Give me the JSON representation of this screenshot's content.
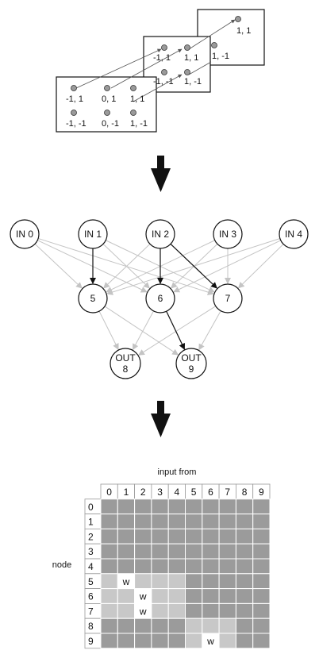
{
  "substrate": {
    "layers": [
      {
        "points": [
          {
            "label": "1, 1"
          },
          {
            "label": "1, -1"
          }
        ]
      },
      {
        "points": [
          {
            "label": "-1, 1"
          },
          {
            "label": "1, 1"
          },
          {
            "label": "-1, -1"
          },
          {
            "label": "1, -1"
          }
        ]
      },
      {
        "points": [
          {
            "label": "-1, 1"
          },
          {
            "label": "0, 1"
          },
          {
            "label": "1, 1"
          },
          {
            "label": "-1, -1"
          },
          {
            "label": "0, -1"
          },
          {
            "label": "1, -1"
          }
        ]
      }
    ]
  },
  "network": {
    "nodes": [
      {
        "id": 0,
        "label": "IN 0"
      },
      {
        "id": 1,
        "label": "IN 1"
      },
      {
        "id": 2,
        "label": "IN 2"
      },
      {
        "id": 3,
        "label": "IN 3"
      },
      {
        "id": 4,
        "label": "IN 4"
      },
      {
        "id": 5,
        "label": "5"
      },
      {
        "id": 6,
        "label": "6"
      },
      {
        "id": 7,
        "label": "7"
      },
      {
        "id": 8,
        "label": "OUT",
        "label2": "8"
      },
      {
        "id": 9,
        "label": "OUT",
        "label2": "9"
      }
    ],
    "edges": [
      {
        "from": 0,
        "to": 5,
        "highlight": false
      },
      {
        "from": 0,
        "to": 6,
        "highlight": false
      },
      {
        "from": 0,
        "to": 7,
        "highlight": false
      },
      {
        "from": 1,
        "to": 5,
        "highlight": true
      },
      {
        "from": 1,
        "to": 6,
        "highlight": false
      },
      {
        "from": 1,
        "to": 7,
        "highlight": false
      },
      {
        "from": 2,
        "to": 5,
        "highlight": false
      },
      {
        "from": 2,
        "to": 6,
        "highlight": true
      },
      {
        "from": 2,
        "to": 7,
        "highlight": true
      },
      {
        "from": 3,
        "to": 5,
        "highlight": false
      },
      {
        "from": 3,
        "to": 6,
        "highlight": false
      },
      {
        "from": 3,
        "to": 7,
        "highlight": false
      },
      {
        "from": 4,
        "to": 5,
        "highlight": false
      },
      {
        "from": 4,
        "to": 6,
        "highlight": false
      },
      {
        "from": 4,
        "to": 7,
        "highlight": false
      },
      {
        "from": 5,
        "to": 8,
        "highlight": false
      },
      {
        "from": 5,
        "to": 9,
        "highlight": false
      },
      {
        "from": 6,
        "to": 8,
        "highlight": false
      },
      {
        "from": 6,
        "to": 9,
        "highlight": true
      },
      {
        "from": 7,
        "to": 8,
        "highlight": false
      },
      {
        "from": 7,
        "to": 9,
        "highlight": false
      }
    ]
  },
  "matrix": {
    "col_header": "input from",
    "row_header": "node",
    "labels": [
      "0",
      "1",
      "2",
      "3",
      "4",
      "5",
      "6",
      "7",
      "8",
      "9"
    ],
    "light_cells": [
      [
        5,
        0
      ],
      [
        5,
        1
      ],
      [
        5,
        2
      ],
      [
        5,
        3
      ],
      [
        5,
        4
      ],
      [
        6,
        0
      ],
      [
        6,
        1
      ],
      [
        6,
        2
      ],
      [
        6,
        3
      ],
      [
        6,
        4
      ],
      [
        7,
        0
      ],
      [
        7,
        1
      ],
      [
        7,
        2
      ],
      [
        7,
        3
      ],
      [
        7,
        4
      ],
      [
        8,
        5
      ],
      [
        8,
        6
      ],
      [
        8,
        7
      ],
      [
        9,
        5
      ],
      [
        9,
        6
      ],
      [
        9,
        7
      ]
    ],
    "weight_cells": [
      {
        "row": 5,
        "col": 1,
        "label": "w"
      },
      {
        "row": 6,
        "col": 2,
        "label": "w"
      },
      {
        "row": 7,
        "col": 2,
        "label": "w"
      },
      {
        "row": 9,
        "col": 6,
        "label": "w"
      }
    ]
  },
  "colors": {
    "dark_cell": "#9b9b9b",
    "light_cell": "#c8c8c8",
    "header_cell": "#ffffff",
    "grid_line": "#ffffff",
    "edge_gray": "#c4c4c4",
    "edge_black": "#111111",
    "point_fill": "#9a9a9a"
  }
}
